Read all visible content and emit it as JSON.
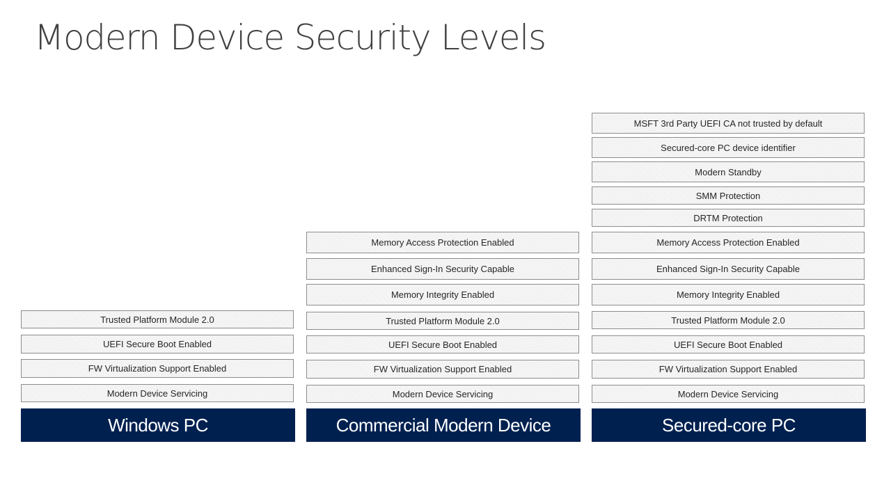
{
  "title": "Modern Device Security Levels",
  "colors": {
    "category_bg": "#002050",
    "category_text": "#ffffff",
    "feature_border": "#8c8c8c",
    "title_text": "#404040"
  },
  "columns": [
    {
      "label": "Windows PC",
      "features": [
        "Trusted Platform Module 2.0",
        "UEFI Secure Boot Enabled",
        "FW Virtualization Support Enabled",
        "Modern Device Servicing"
      ]
    },
    {
      "label": "Commercial Modern Device",
      "features": [
        "Memory Access Protection Enabled",
        "Enhanced Sign-In Security Capable",
        "Memory Integrity Enabled",
        "Trusted Platform Module 2.0",
        "UEFI Secure Boot Enabled",
        "FW Virtualization Support Enabled",
        "Modern Device Servicing"
      ]
    },
    {
      "label": "Secured-core PC",
      "features": [
        "MSFT 3rd Party UEFI CA not trusted by default",
        "Secured-core PC device identifier",
        "Modern Standby",
        "SMM Protection",
        "DRTM Protection",
        "Memory Access Protection Enabled",
        "Enhanced Sign-In Security Capable",
        "Memory Integrity Enabled",
        "Trusted Platform Module 2.0",
        "UEFI Secure Boot Enabled",
        "FW Virtualization Support Enabled",
        "Modern Device Servicing"
      ]
    }
  ]
}
